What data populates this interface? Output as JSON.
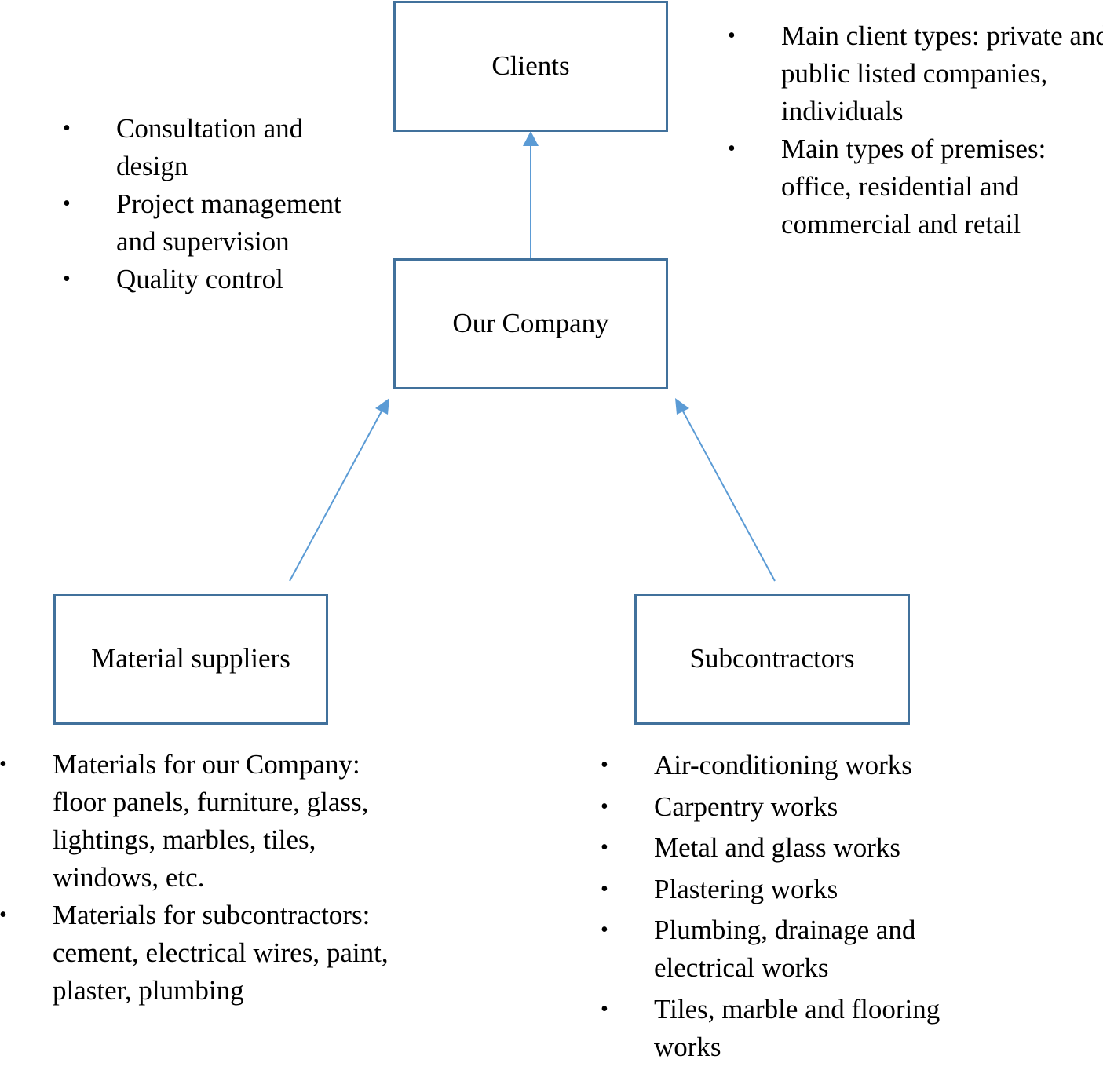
{
  "diagram": {
    "colors": {
      "box_border": "#41719C",
      "arrow": "#5B9BD5",
      "text": "#000000"
    },
    "nodes": {
      "clients": "Clients",
      "company": "Our Company",
      "suppliers": "Material suppliers",
      "subcontractors": "Subcontractors"
    },
    "edges": [
      {
        "from": "company",
        "to": "clients"
      },
      {
        "from": "suppliers",
        "to": "company"
      },
      {
        "from": "subcontractors",
        "to": "company"
      }
    ],
    "services": [
      "Consultation and design",
      "Project management and supervision",
      "Quality control"
    ],
    "client_notes": [
      "Main client types: private and public listed companies, individuals",
      "Main types of premises: office, residential and commercial and retail"
    ],
    "materials": [
      "Materials for our Company: floor panels, furniture, glass, lightings, marbles, tiles, windows, etc.",
      "Materials for subcontractors: cement, electrical wires, paint, plaster, plumbing"
    ],
    "subcontractor_works": [
      "Air-conditioning works",
      "Carpentry works",
      "Metal and glass works",
      "Plastering works",
      "Plumbing, drainage and electrical works",
      "Tiles, marble and flooring works"
    ],
    "bullet_glyph": "•"
  }
}
